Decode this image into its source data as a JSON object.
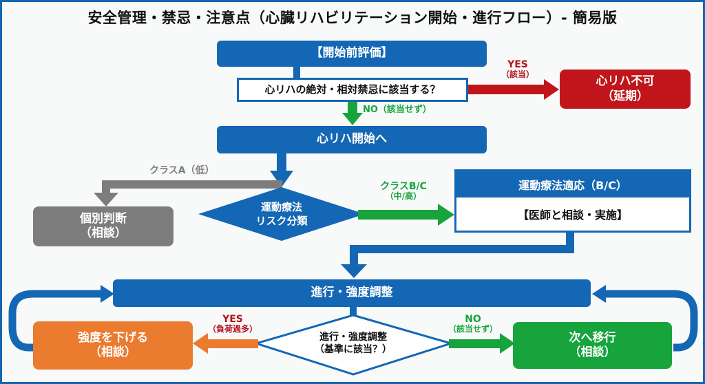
{
  "title": "安全管理・禁忌・注意点（心臓リハビリテーション開始・進行フロー）- 簡易版",
  "colors": {
    "primary_blue": "#1467b4",
    "stop_red": "#c0161b",
    "yes_red_label": "#b3141a",
    "go_green": "#17a43c",
    "neutral_gray": "#7d7d7d",
    "caution_orange": "#ea7b2f"
  },
  "nodes": {
    "pre_eval": "【開始前評価】",
    "contra_question": "心リハの絶対・相対禁忌に該当する？",
    "rehab_not_possible": {
      "line1": "心リハ不可",
      "line2": "（延期）"
    },
    "start_rehab": "心リハ開始へ",
    "risk_class": {
      "line1": "運動療法",
      "line2": "リスク分類"
    },
    "individual_judgment": {
      "line1": "個別判断",
      "line2": "（相談）"
    },
    "exercise_indication": {
      "header": "運動療法適応（B/C）",
      "body": "【医師と相談・実施】"
    },
    "progression": "進行・強度調整",
    "progression_question": {
      "line1": "進行・強度調整",
      "line2": "（基準に該当？）"
    },
    "lower_intensity": {
      "line1": "強度を下げる",
      "line2": "（相談）"
    },
    "next_step": {
      "line1": "次へ移行",
      "line2": "（相談）"
    }
  },
  "edges": {
    "contra_yes": {
      "line1": "YES",
      "line2": "（該当）"
    },
    "contra_no": "NO（該当せず）",
    "class_a": "クラスA（低）",
    "class_bc": {
      "line1": "クラスB/C",
      "line2": "（中/高）"
    },
    "prog_yes": {
      "line1": "YES",
      "line2": "（負荷過多）"
    },
    "prog_no": {
      "line1": "NO",
      "line2": "（該当せず）"
    }
  }
}
